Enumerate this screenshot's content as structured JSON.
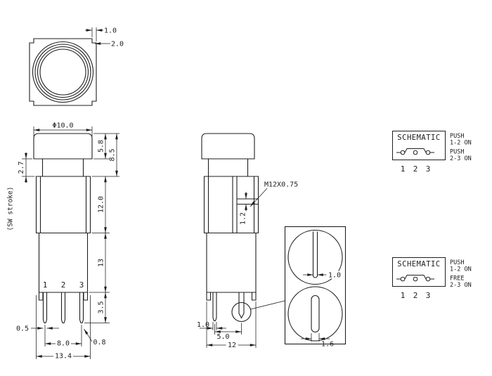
{
  "drawing": {
    "background": "#ffffff",
    "line_color": "#1e1e1e"
  },
  "top_view": {
    "dim_corner": "1.0",
    "dim_edge_to_circle": "2.0"
  },
  "front_view": {
    "cap_diameter": "Φ10.0",
    "cap_height": "5.8",
    "cap_total_height": "8.5",
    "stroke": "2.7",
    "stroke_note": "(SW stroke)",
    "body_height": "12.0",
    "base_height": "13",
    "pin_length": "3.5",
    "pin_width": "0.5",
    "pin_span": "8.0",
    "overall_width": "13.4",
    "pin_thickness": "0.8",
    "pins": [
      "1",
      "2",
      "3"
    ]
  },
  "side_view": {
    "thread": "M12X0.75",
    "step": "1.2",
    "pin_width": "1.0",
    "pin_offset": "5.0",
    "base_width": "12"
  },
  "detail_view": {
    "hole_width": "1.0",
    "slot_width": "1.6"
  },
  "schematics": [
    {
      "title": "SCHEMATIC",
      "state1_action": "PUSH",
      "state1_result": "1-2 ON",
      "state2_action": "PUSH",
      "state2_result": "2-3 ON",
      "pins": [
        "1",
        "2",
        "3"
      ]
    },
    {
      "title": "SCHEMATIC",
      "state1_action": "PUSH",
      "state1_result": "1-2 ON",
      "state2_action": "FREE",
      "state2_result": "2-3 ON",
      "pins": [
        "1",
        "2",
        "3"
      ]
    }
  ]
}
